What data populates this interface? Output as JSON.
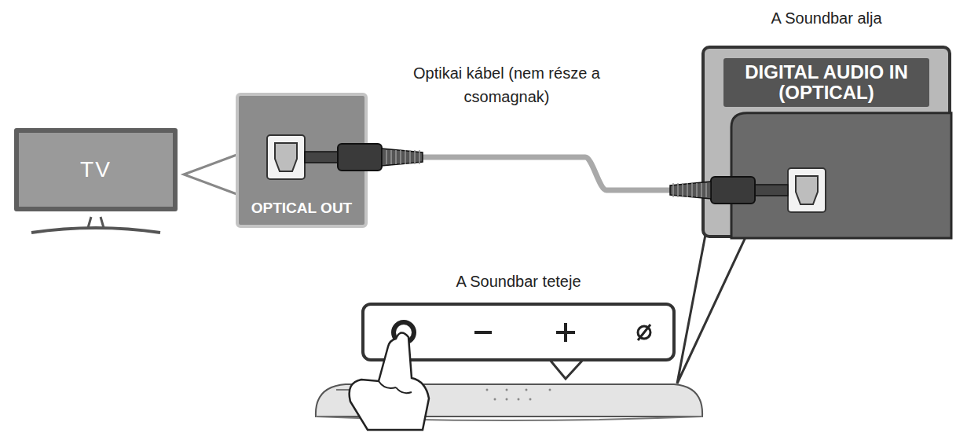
{
  "diagram": {
    "nodes": [
      {
        "text": [
          "TV"
        ]
      },
      {
        "text": [
          "OPTICAL OUT"
        ]
      },
      {
        "text": [
          "A Soundbar alja"
        ]
      },
      {
        "text": [
          "DIGITAL AUDIO IN (OPTICAL)"
        ],
        "in": 2
      },
      {
        "text": [
          "A Soundbar teteje"
        ]
      }
    ],
    "edges": [
      {
        "from": 1,
        "to": 2,
        "arrow": "none",
        "label": "Optikai kábel (nem része a csomagnak)"
      }
    ]
  }
}
